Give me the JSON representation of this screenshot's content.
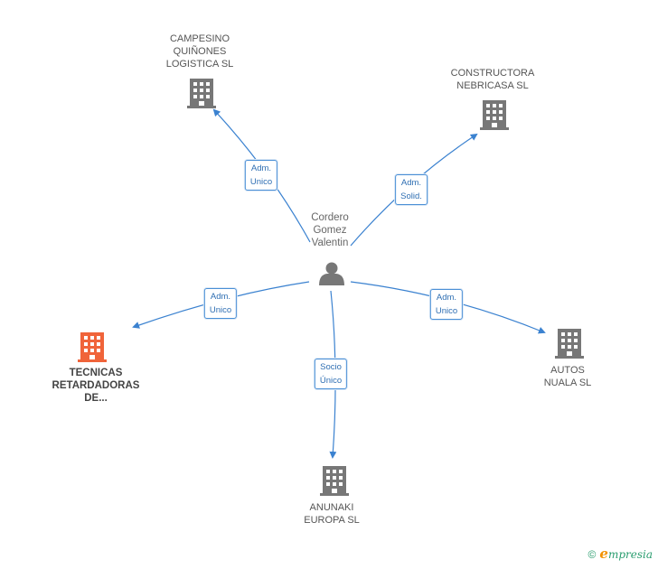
{
  "center": {
    "name_lines": [
      "Cordero",
      "Gomez",
      "Valentin"
    ],
    "icon": "person-icon"
  },
  "companies": [
    {
      "id": "campesino",
      "lines": [
        "CAMPESINO",
        "QUIÑONES",
        "LOGISTICA SL"
      ],
      "role_lines": [
        "Adm.",
        "Unico"
      ],
      "icon": "building-icon",
      "highlight": false
    },
    {
      "id": "constructora",
      "lines": [
        "CONSTRUCTORA",
        "NEBRICASA SL"
      ],
      "role_lines": [
        "Adm.",
        "Solid."
      ],
      "icon": "building-icon",
      "highlight": false
    },
    {
      "id": "tecnicas",
      "lines": [
        "TECNICAS",
        "RETARDADORAS",
        "DE..."
      ],
      "role_lines": [
        "Adm.",
        "Unico"
      ],
      "icon": "building-icon",
      "highlight": true
    },
    {
      "id": "autos",
      "lines": [
        "AUTOS",
        "NUALA SL"
      ],
      "role_lines": [
        "Adm.",
        "Unico"
      ],
      "icon": "building-icon",
      "highlight": false
    },
    {
      "id": "anunaki",
      "lines": [
        "ANUNAKI",
        "EUROPA SL"
      ],
      "role_lines": [
        "Socio",
        "Único"
      ],
      "icon": "building-icon",
      "highlight": false
    }
  ],
  "colors": {
    "edge": "#3b82d0",
    "building": "#777777",
    "building_highlight": "#f0643a",
    "person": "#777777"
  },
  "footer": {
    "copyright": "©",
    "brand_initial": "e",
    "brand_rest": "mpresia"
  }
}
